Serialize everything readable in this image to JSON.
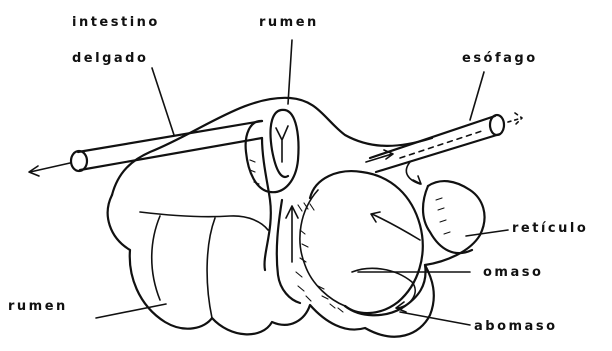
{
  "labels": {
    "intestino_line1": "intestino",
    "intestino_line2": "delgado",
    "rumen_top": "rumen",
    "esofago": "esófago",
    "reticulo": "retículo",
    "omaso": "omaso",
    "rumen_bottom": "rumen",
    "abomaso": "abomaso"
  }
}
